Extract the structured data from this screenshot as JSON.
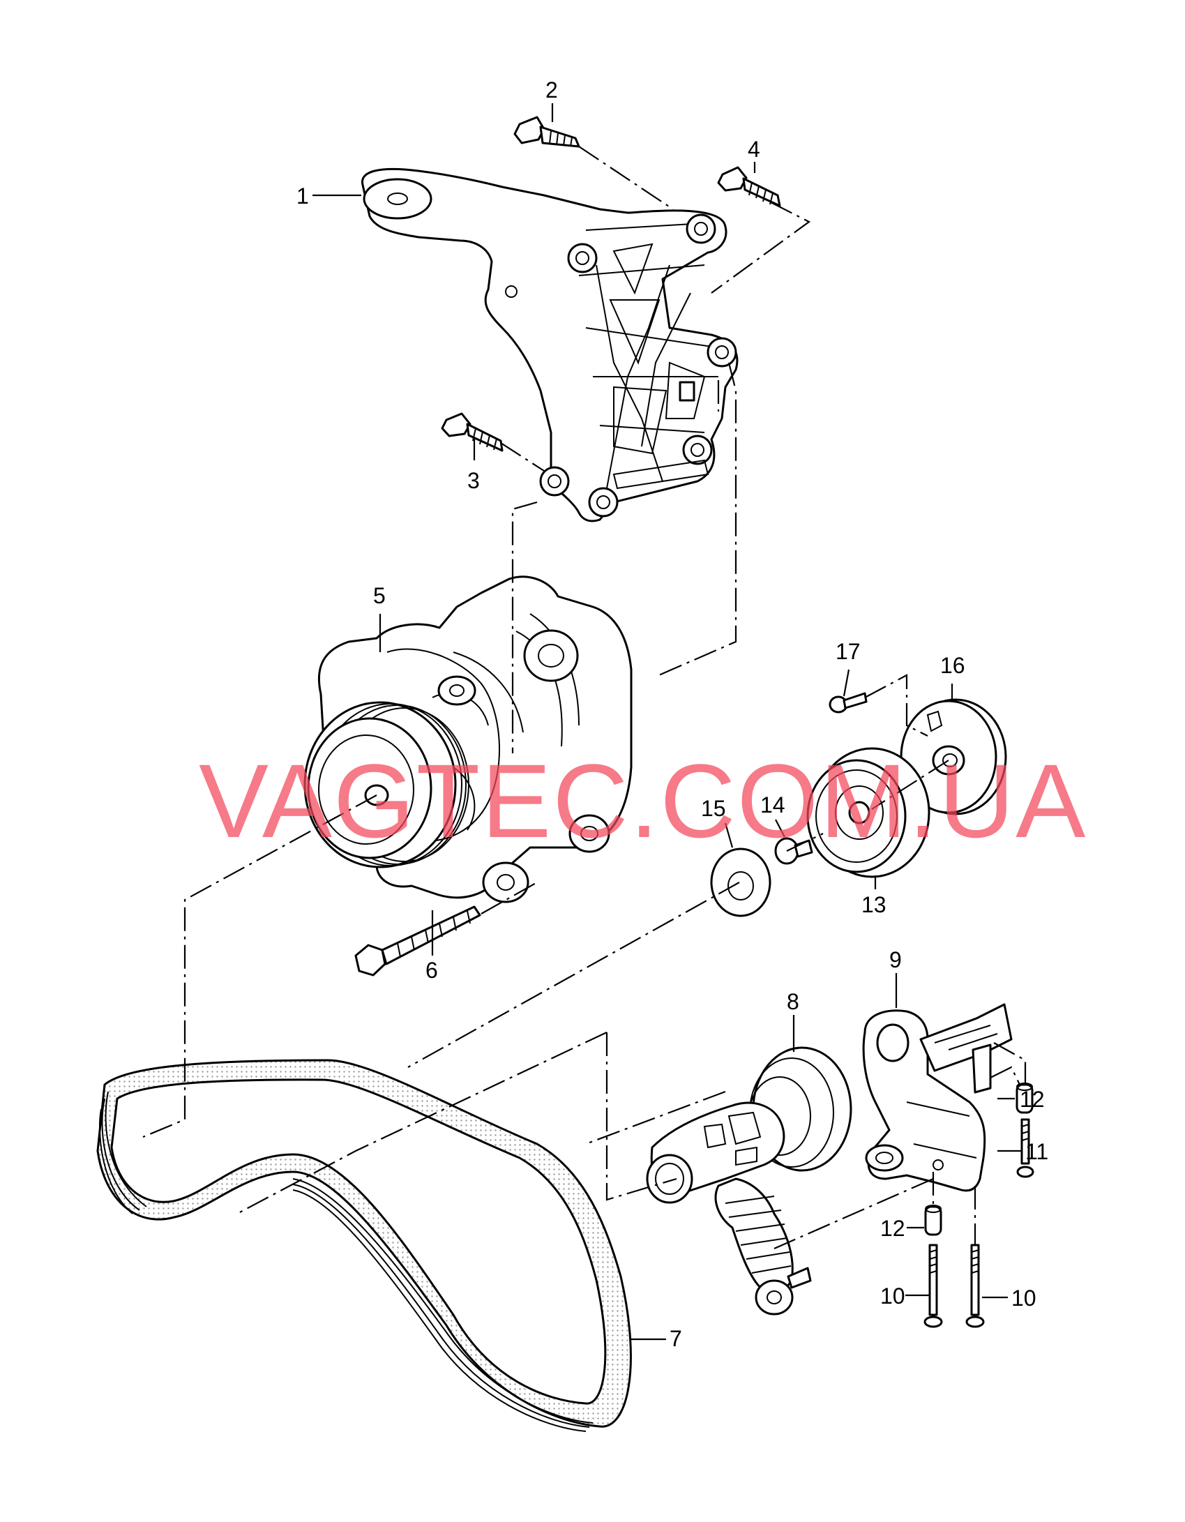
{
  "callouts": {
    "c1": "1",
    "c2": "2",
    "c3": "3",
    "c4": "4",
    "c5": "5",
    "c6": "6",
    "c7": "7",
    "c8": "8",
    "c9": "9",
    "c10a": "10",
    "c10b": "10",
    "c11": "11",
    "c12a": "12",
    "c12b": "12",
    "c13": "13",
    "c14": "14",
    "c15": "15",
    "c16": "16",
    "c17": "17"
  },
  "watermark": "VAGTEC.COM.UA",
  "colors": {
    "watermark": "#f2475a",
    "ink": "#000000",
    "paper": "#ffffff",
    "belt_dots": "#999999"
  }
}
